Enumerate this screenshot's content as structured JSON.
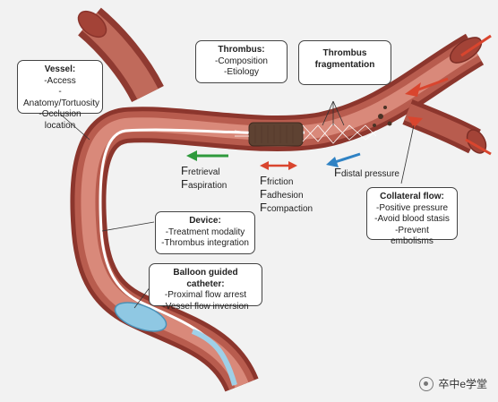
{
  "boxes": {
    "vessel": {
      "title": "Vessel:",
      "lines": [
        "-Access",
        "-Anatomy/Tortuosity",
        "-Occlusion location"
      ]
    },
    "thrombus": {
      "title": "Thrombus:",
      "lines": [
        "-Composition",
        "-Etiology"
      ]
    },
    "fragmentation": {
      "title": "Thrombus fragmentation"
    },
    "collateral": {
      "title": "Collateral flow:",
      "lines": [
        "-Positive pressure",
        "-Avoid blood stasis",
        "-Prevent embolisms"
      ]
    },
    "device": {
      "title": "Device:",
      "lines": [
        "-Treatment modality",
        "-Thrombus integration"
      ]
    },
    "balloon": {
      "title": "Balloon guided catheter:",
      "lines": [
        "-Proximal flow arrest",
        "-Vessel flow inversion"
      ]
    }
  },
  "forces": {
    "symbol": "F",
    "green": [
      "retrieval",
      "aspiration"
    ],
    "red": [
      "friction",
      "adhesion",
      "compaction"
    ],
    "blue": [
      "distal pressure"
    ]
  },
  "arrow_colors": {
    "green": "#2e9a3c",
    "red": "#d9452e",
    "blue": "#2f82c4"
  },
  "watermark": {
    "text": "卒中e学堂",
    "icon": "wechat-icon"
  }
}
